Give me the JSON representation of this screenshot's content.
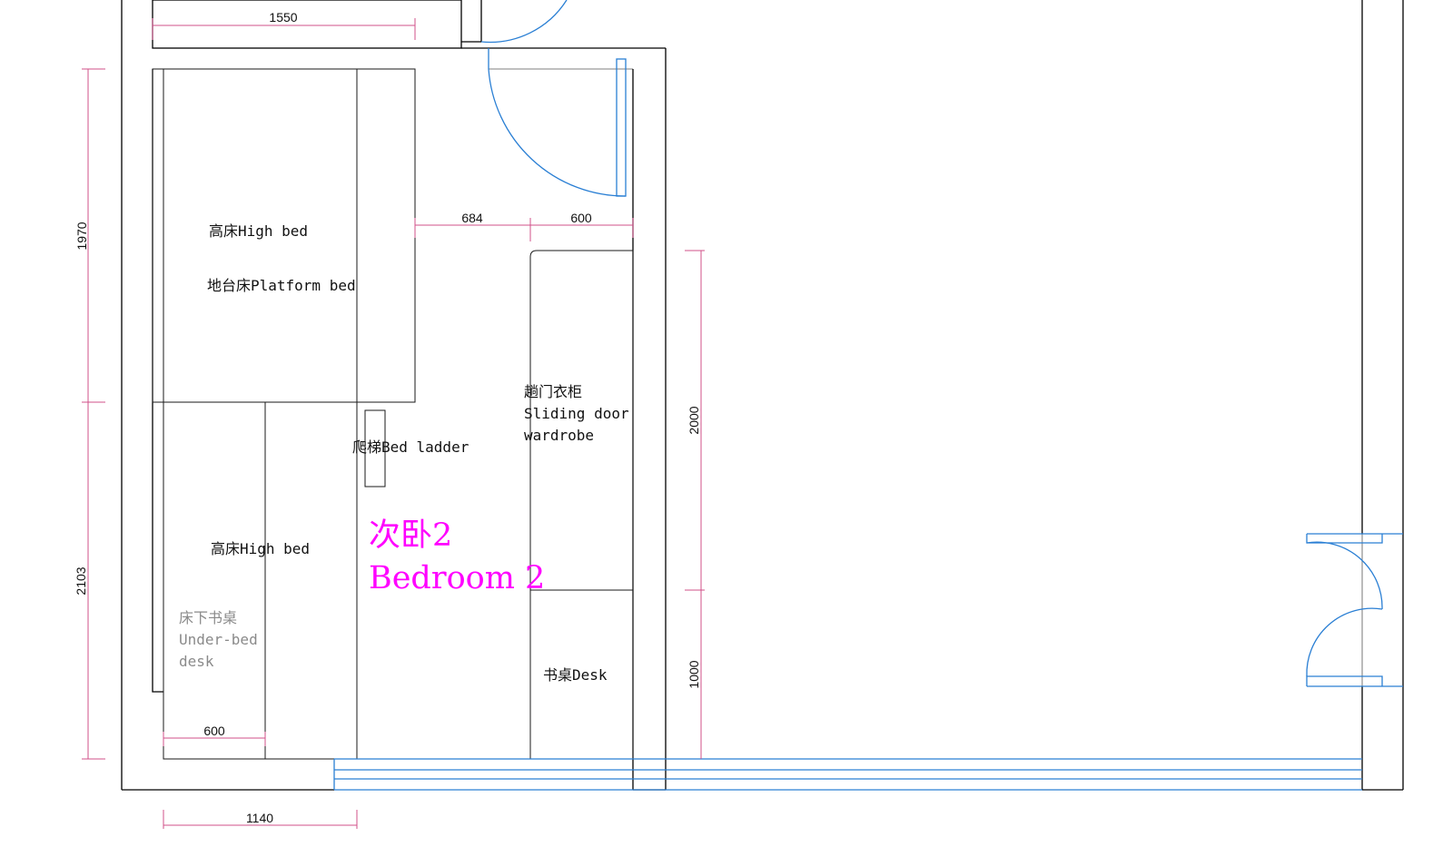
{
  "room": {
    "name_cn": "次卧2",
    "name_en": "Bedroom 2",
    "color": "#ff00ff"
  },
  "labels": {
    "high_bed_top": "高床High bed",
    "platform_bed": "地台床Platform bed",
    "high_bed_bottom": "高床High bed",
    "under_desk_cn": "床下书桌",
    "under_desk_en1": "Under-bed",
    "under_desk_en2": "desk",
    "ladder": "爬梯Bed ladder",
    "wardrobe_cn": "趟门衣柜",
    "wardrobe_en1": "Sliding door",
    "wardrobe_en2": "wardrobe",
    "desk": "书桌Desk"
  },
  "dimensions": {
    "top_width": "1550",
    "gap_684": "684",
    "wardrobe_600": "600",
    "left_upper": "1970",
    "left_lower": "2103",
    "desk_600": "600",
    "bottom_1140": "1140",
    "right_upper": "2000",
    "right_lower": "1000"
  },
  "colors": {
    "dimension": "#d0508a",
    "door_window": "#2a7fd4",
    "wall": "#000000"
  }
}
